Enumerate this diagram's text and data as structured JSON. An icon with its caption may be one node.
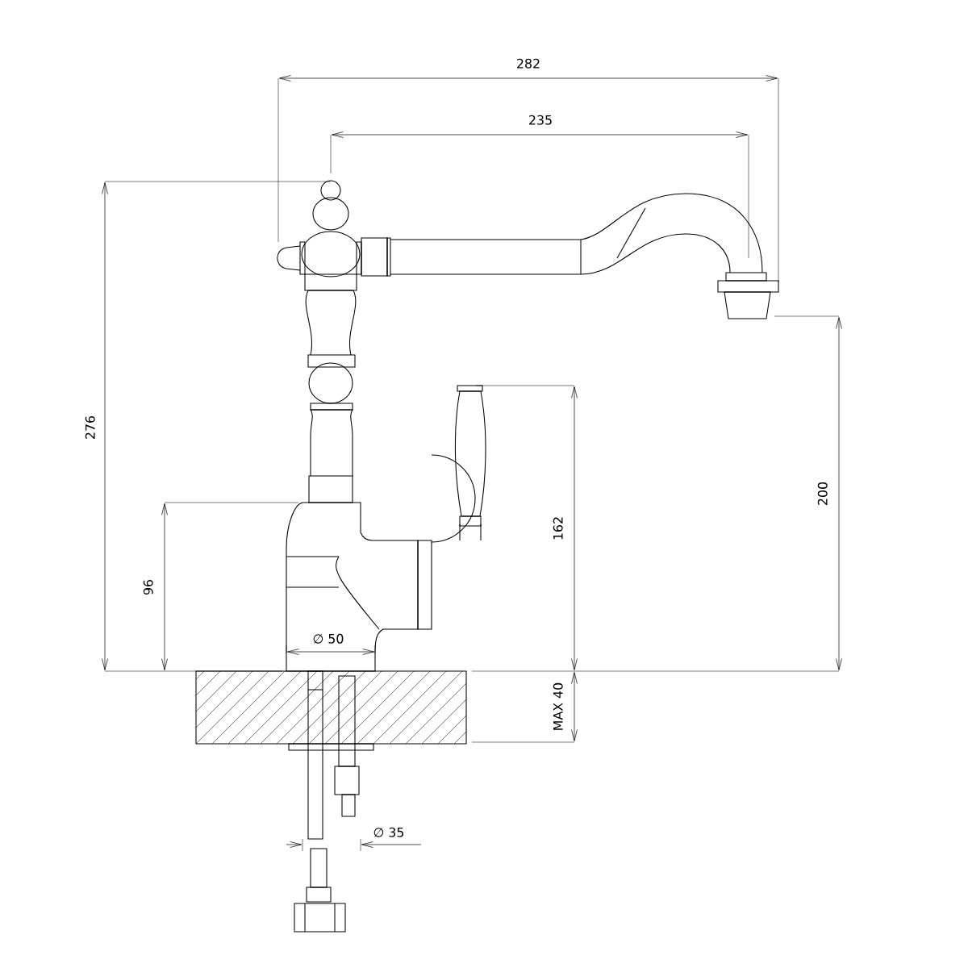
{
  "diagram": {
    "labels": [
      "282",
      "235",
      "276",
      "162",
      "200",
      "96",
      "∅ 50",
      "MAX 40",
      "∅ 35"
    ]
  }
}
